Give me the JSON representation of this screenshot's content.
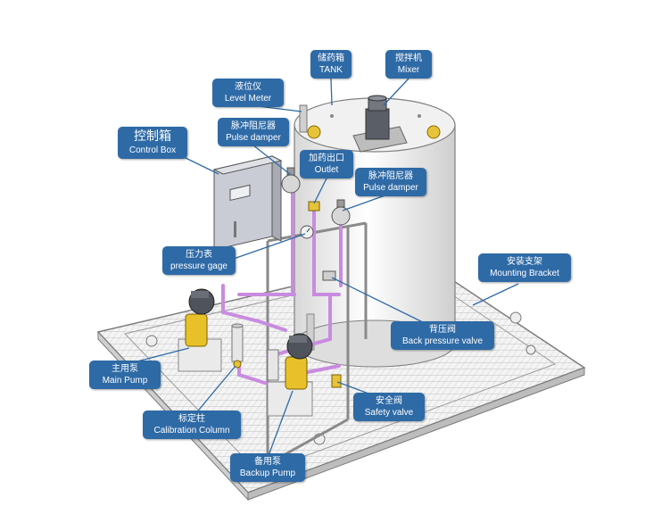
{
  "callouts": {
    "tank": {
      "zh": "储药箱",
      "en": "TANK"
    },
    "mixer": {
      "zh": "搅拌机",
      "en": "Mixer"
    },
    "level_meter": {
      "zh": "液位仪",
      "en": "Level Meter"
    },
    "pulse_damper_1": {
      "zh": "脉冲阻尼器",
      "en": "Pulse damper"
    },
    "control_box": {
      "zh": "控制箱",
      "en": "Control Box"
    },
    "outlet": {
      "zh": "加药出口",
      "en": "Outlet"
    },
    "pulse_damper_2": {
      "zh": "脉冲阻尼器",
      "en": "Pulse damper"
    },
    "pressure_gage": {
      "zh": "压力表",
      "en": "pressure gage"
    },
    "mounting_bracket": {
      "zh": "安装支架",
      "en": "Mounting Bracket"
    },
    "back_pressure": {
      "zh": "背压阀",
      "en": "Back pressure valve"
    },
    "main_pump": {
      "zh": "主用泵",
      "en": "Main Pump"
    },
    "safety_valve": {
      "zh": "安全阀",
      "en": "Safety valve"
    },
    "calibration": {
      "zh": "标定柱",
      "en": "Calibration Column"
    },
    "backup_pump": {
      "zh": "备用泵",
      "en": "Backup Pump"
    }
  },
  "colors": {
    "callout": "#2e6aa6",
    "pipe": "#c98be0",
    "pump": "#e8c12a",
    "frame": "#8a8a8a"
  }
}
